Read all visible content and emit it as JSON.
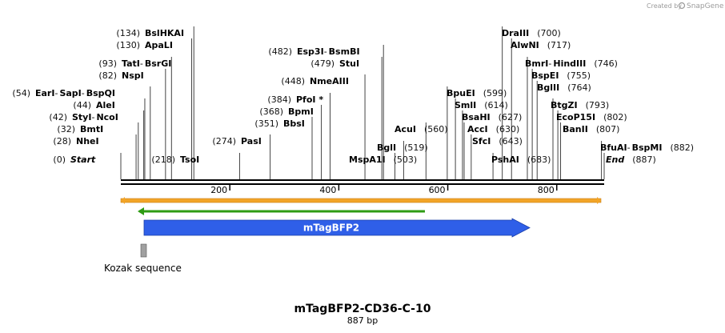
{
  "watermark": {
    "prefix": "Created by",
    "brand": "SnapGene"
  },
  "title": "mTagBFP2-CD36-C-10",
  "subtitle": "887 bp",
  "sequence_length": 887,
  "ruler_ticks": [
    "200",
    "400",
    "600",
    "800"
  ],
  "sites": [
    {
      "pos": "(134)",
      "names": [
        "BslHKAI"
      ],
      "bp": 134
    },
    {
      "pos": "(130)",
      "names": [
        "ApaLI"
      ],
      "bp": 130
    },
    {
      "pos": "(93)",
      "names": [
        "TatI",
        "BsrGI"
      ],
      "bp": 93
    },
    {
      "pos": "(82)",
      "names": [
        "NspI"
      ],
      "bp": 82
    },
    {
      "pos": "(54)",
      "names": [
        "EarI",
        "SapI",
        "BspQI"
      ],
      "bp": 54
    },
    {
      "pos": "(44)",
      "names": [
        "AleI"
      ],
      "bp": 44
    },
    {
      "pos": "(42)",
      "names": [
        "StyI",
        "NcoI"
      ],
      "bp": 42
    },
    {
      "pos": "(32)",
      "names": [
        "BmtI"
      ],
      "bp": 32
    },
    {
      "pos": "(28)",
      "names": [
        "NheI"
      ],
      "bp": 28
    },
    {
      "pos": "(0)",
      "names": [
        "Start"
      ],
      "bp": 0,
      "italic": true
    },
    {
      "pos": "(218)",
      "names": [
        "TsoI"
      ],
      "bp": 218
    },
    {
      "pos": "(274)",
      "names": [
        "PasI"
      ],
      "bp": 274
    },
    {
      "pos": "(482)",
      "names": [
        "Esp3I",
        "BsmBI"
      ],
      "bp": 482
    },
    {
      "pos": "(479)",
      "names": [
        "StuI"
      ],
      "bp": 479
    },
    {
      "pos": "(448)",
      "names": [
        "NmeAIII"
      ],
      "bp": 448
    },
    {
      "pos": "(384)",
      "names": [
        "PfoI *"
      ],
      "bp": 384
    },
    {
      "pos": "(368)",
      "names": [
        "BpmI"
      ],
      "bp": 368
    },
    {
      "pos": "(351)",
      "names": [
        "BbsI"
      ],
      "bp": 351
    },
    {
      "pos": "(560)",
      "names": [
        "AcuI"
      ],
      "bp": 560
    },
    {
      "pos": "(519)",
      "names": [
        "BglI"
      ],
      "bp": 519
    },
    {
      "pos": "(503)",
      "names": [
        "MspA1I"
      ],
      "bp": 503
    },
    {
      "pos": "(599)",
      "names": [
        "BpuEI"
      ],
      "bp": 599
    },
    {
      "pos": "(614)",
      "names": [
        "SmlI"
      ],
      "bp": 614
    },
    {
      "pos": "(627)",
      "names": [
        "BsaHI"
      ],
      "bp": 627
    },
    {
      "pos": "(630)",
      "names": [
        "AccI"
      ],
      "bp": 630
    },
    {
      "pos": "(643)",
      "names": [
        "SfcI"
      ],
      "bp": 643
    },
    {
      "pos": "(683)",
      "names": [
        "PshAI"
      ],
      "bp": 683
    },
    {
      "pos": "(700)",
      "names": [
        "DraIII"
      ],
      "bp": 700
    },
    {
      "pos": "(717)",
      "names": [
        "AlwNI"
      ],
      "bp": 717
    },
    {
      "pos": "(746)",
      "names": [
        "BmrI",
        "HindIII"
      ],
      "bp": 746
    },
    {
      "pos": "(755)",
      "names": [
        "BspEI"
      ],
      "bp": 755
    },
    {
      "pos": "(764)",
      "names": [
        "BglII"
      ],
      "bp": 764
    },
    {
      "pos": "(793)",
      "names": [
        "BtgZI"
      ],
      "bp": 793
    },
    {
      "pos": "(802)",
      "names": [
        "EcoP15I"
      ],
      "bp": 802
    },
    {
      "pos": "(807)",
      "names": [
        "BanII"
      ],
      "bp": 807
    },
    {
      "pos": "(882)",
      "names": [
        "BfuAI",
        "BspMI"
      ],
      "bp": 882
    },
    {
      "pos": "(887)",
      "names": [
        "End"
      ],
      "bp": 887,
      "italic": true
    }
  ],
  "features": {
    "orange_bar": {
      "start": 1,
      "end": 887,
      "color": "#f2a427"
    },
    "green_arrow": {
      "start": 28,
      "end": 557,
      "direction": "left",
      "color": "#2e9b13"
    },
    "cds": {
      "label": "mTagBFP2",
      "start": 42,
      "end": 752,
      "color": "#2f5fe8",
      "direction": "right"
    },
    "kozak": {
      "label": "Kozak sequence",
      "start": 34,
      "end": 42,
      "color": "#a0a0a0"
    }
  },
  "colors": {
    "backbone": "#000000",
    "cutline": "#555555"
  }
}
